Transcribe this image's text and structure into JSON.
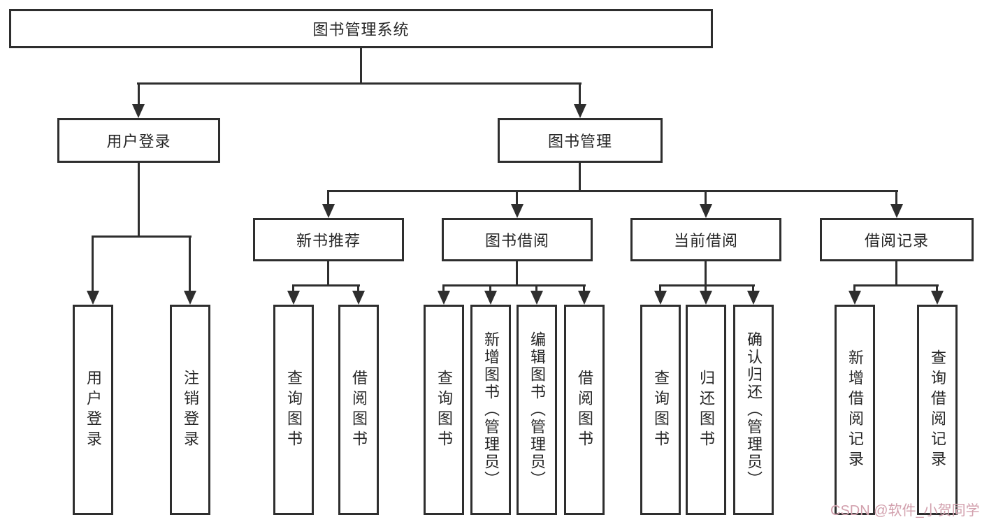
{
  "diagram": {
    "root": {
      "label": "图书管理系统"
    },
    "level2": [
      {
        "label": "用户登录"
      },
      {
        "label": "图书管理"
      }
    ],
    "level3": [
      {
        "label": "新书推荐"
      },
      {
        "label": "图书借阅"
      },
      {
        "label": "当前借阅"
      },
      {
        "label": "借阅记录"
      }
    ],
    "leaves": {
      "user_login": [
        {
          "label": "用户登录"
        },
        {
          "label": "注销登录"
        }
      ],
      "new_book": [
        {
          "label": "查询图书"
        },
        {
          "label": "借阅图书"
        }
      ],
      "book_borrow": [
        {
          "label": "查询图书"
        },
        {
          "label": "新增图书（管理员）"
        },
        {
          "label": "编辑图书（管理员）"
        },
        {
          "label": "借阅图书"
        }
      ],
      "current_borrow": [
        {
          "label": "查询图书"
        },
        {
          "label": "归还图书"
        },
        {
          "label": "确认归还（管理员）"
        }
      ],
      "borrow_record": [
        {
          "label": "新增借阅记录"
        },
        {
          "label": "查询借阅记录"
        }
      ]
    },
    "watermark": "CSDN @软件_小贺同学",
    "colors": {
      "line": "#2e2e2e",
      "text": "#262626",
      "watermark_pink": "#d2a0ad",
      "background": "#ffffff"
    }
  }
}
